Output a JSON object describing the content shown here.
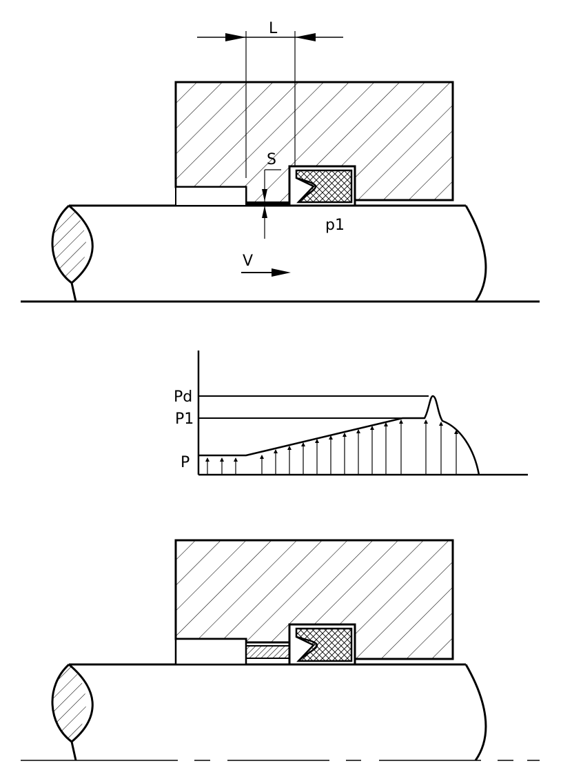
{
  "labels": {
    "gap_length": "L",
    "gap_height": "S",
    "seal_pressure": "p1",
    "velocity": "V",
    "pressure_peak": "Pd",
    "pressure_one": "P1",
    "pressure_base": "P"
  },
  "colors": {
    "line": "#000000",
    "background": "#ffffff"
  }
}
